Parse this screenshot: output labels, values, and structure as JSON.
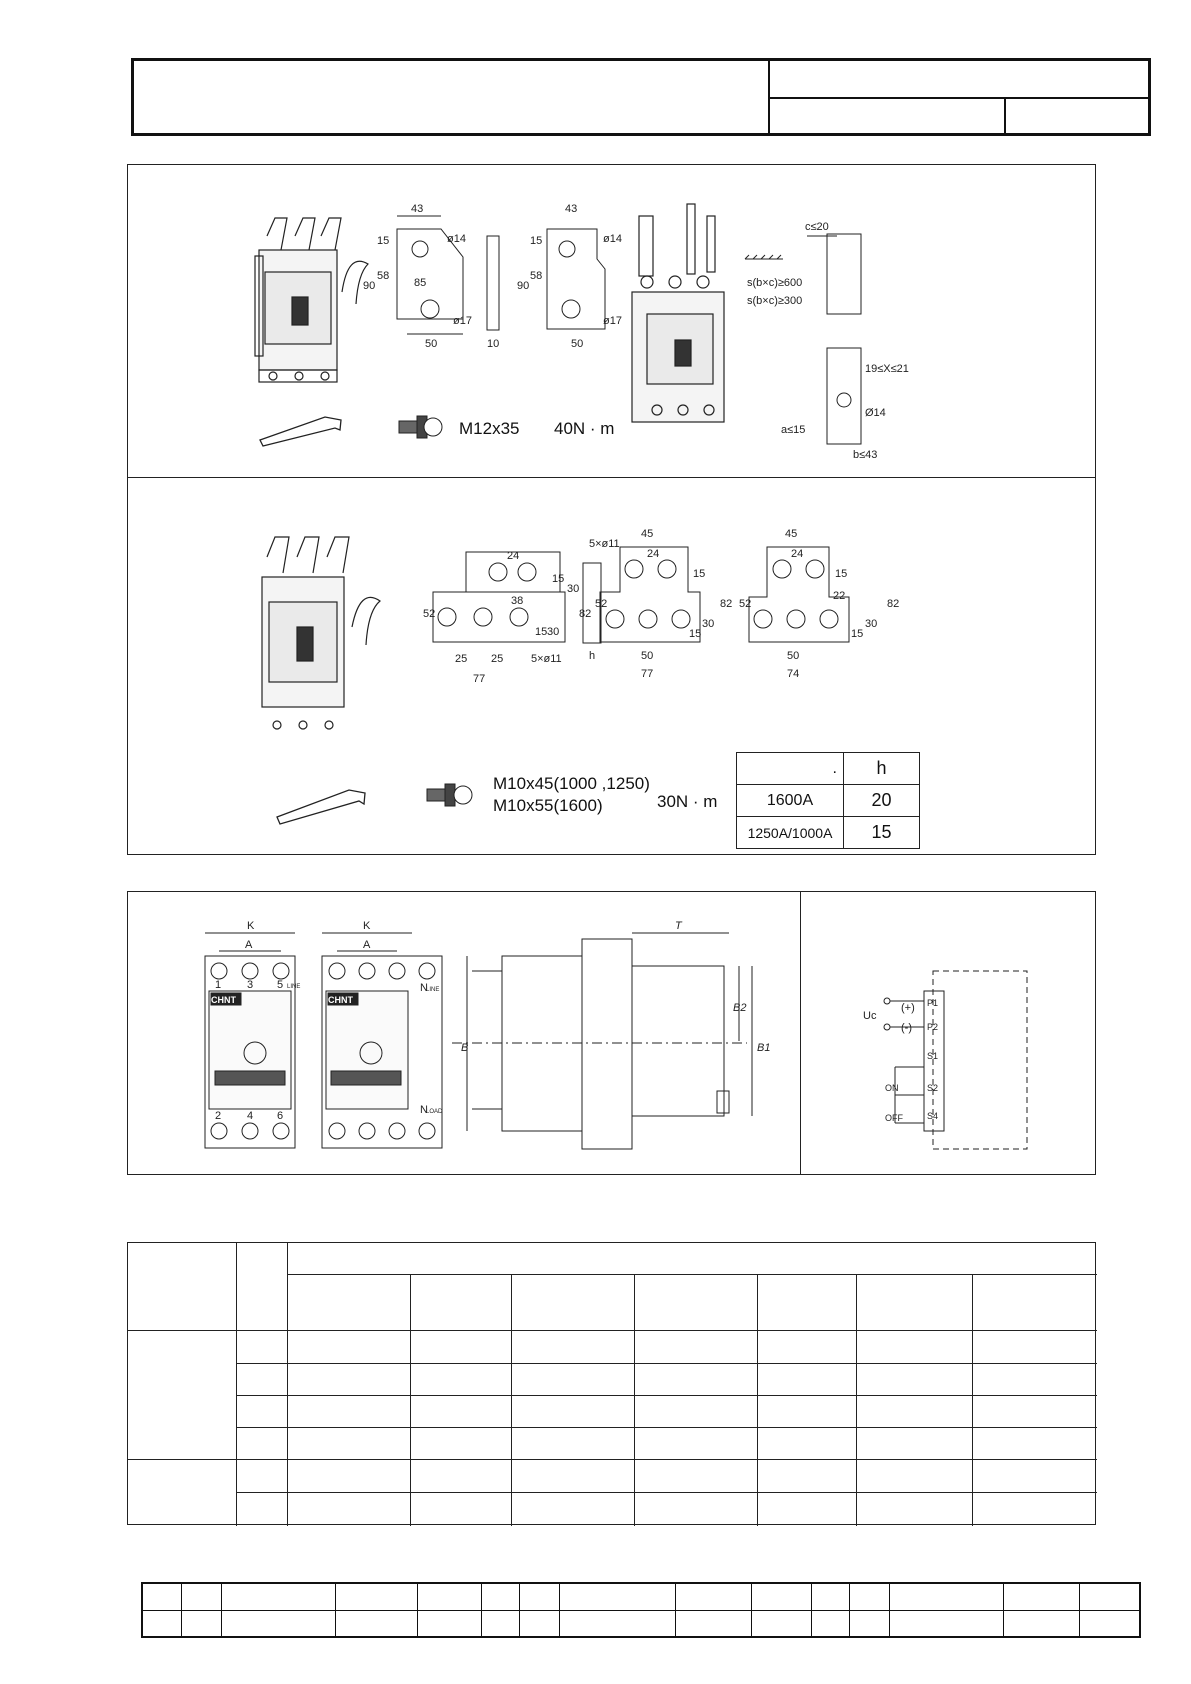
{
  "section1": {
    "bolt_label": "M12x35",
    "torque_label": "40N · m",
    "plate_a": {
      "dims": [
        "43",
        "ø14",
        "15",
        "58",
        "90",
        "85",
        "ø17",
        "50"
      ]
    },
    "bar_thickness": "10",
    "plate_b": {
      "dims": [
        "43",
        "ø14",
        "15",
        "58",
        "90",
        "ø17",
        "50"
      ]
    },
    "clearance": {
      "c_label": "c≤20",
      "s1_label": "s(b×c)≥600",
      "s2_label": "s(b×c)≥300",
      "x_label": "19≤X≤21",
      "hole_label": "Ø14",
      "a_label": "a≤15",
      "b_label": "b≤43"
    }
  },
  "section2": {
    "bolt_label_1": "M10x45(1000  ,1250)",
    "bolt_label_2": "M10x55(1600)",
    "torque_label": "30N · m",
    "plate_1_dims": [
      "24",
      "15",
      "30",
      "52",
      "82",
      "38",
      "30",
      "15",
      "25",
      "25",
      "5×ø11",
      "77"
    ],
    "bar_h_label": "h",
    "plate_2_dims": [
      "45",
      "5×ø11",
      "24",
      "15",
      "52",
      "82",
      "30",
      "15",
      "50",
      "77"
    ],
    "plate_3_dims": [
      "45",
      "24",
      "15",
      "52",
      "82",
      "22",
      "30",
      "15",
      "50",
      "74"
    ],
    "table": {
      "header": [
        ".",
        "h"
      ],
      "rows": [
        [
          "1600A",
          "20"
        ],
        [
          "1250A/1000A",
          "15"
        ]
      ]
    }
  },
  "section3": {
    "brand": "CHNT",
    "dims": {
      "K": "K",
      "A": "A",
      "T": "T",
      "B": "B",
      "B1": "B1",
      "B2": "B2"
    },
    "terminals_top": [
      "1",
      "3",
      "5"
    ],
    "terminals_bottom": [
      "2",
      "4",
      "6"
    ],
    "line_label": "LINE",
    "load_label": "LOAD",
    "n_label": "N",
    "circuit": {
      "uc_label": "Uc",
      "plus_label": "(+)",
      "minus_label": "(-)",
      "p1": "P1",
      "p2": "P2",
      "s1": "S1",
      "s2": "S2",
      "s4": "S4",
      "on_label": "ON",
      "off_label": "OFF"
    }
  }
}
